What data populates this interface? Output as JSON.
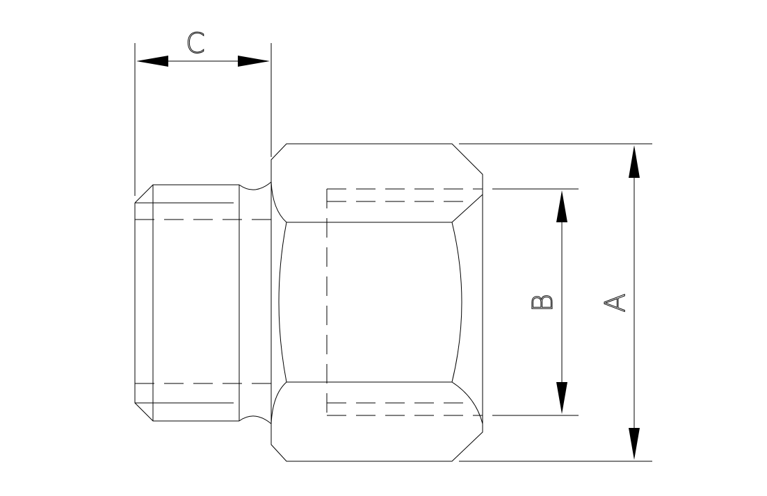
{
  "drawing": {
    "dimensions": {
      "a": "A",
      "b": "B",
      "c": "C"
    }
  }
}
